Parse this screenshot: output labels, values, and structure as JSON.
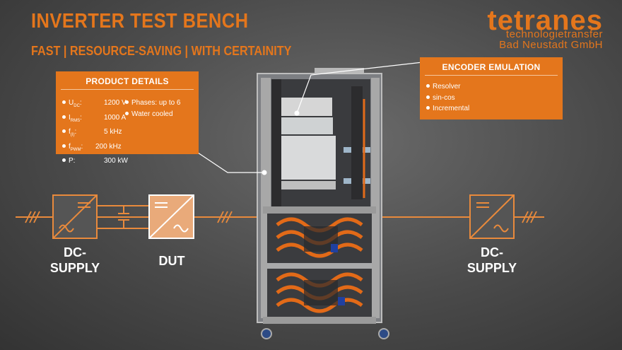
{
  "title": "INVERTER TEST BENCH",
  "subtitle": "FAST | RESOURCE-SAVING | WITH CERTAINITY",
  "logo": {
    "name": "tetranes",
    "line1": "technologietransfer",
    "line2": "Bad Neustadt GmbH"
  },
  "product_details": {
    "heading": "PRODUCT DETAILS",
    "specs": [
      {
        "symbol": "U",
        "sub": "DC",
        "value": "1200 V"
      },
      {
        "symbol": "I",
        "sub": "RMS",
        "value": "1000 A"
      },
      {
        "symbol": "f",
        "sub": "(I)",
        "value": "5 kHz"
      },
      {
        "symbol": "f",
        "sub": "PWM",
        "value": "200 kHz"
      },
      {
        "symbol": "P",
        "sub": "",
        "value": "300 kW"
      }
    ],
    "extras": [
      "Phases: up to 6",
      "Water cooled"
    ]
  },
  "encoder_emulation": {
    "heading": "ENCODER EMULATION",
    "items": [
      "Resolver",
      "sin-cos",
      "Incremental"
    ]
  },
  "labels": {
    "left_supply": "DC-\nSUPPLY",
    "dut": "DUT",
    "right_supply": "DC-\nSUPPLY"
  },
  "colors": {
    "accent": "#e4761c",
    "line": "#e98a3c",
    "text": "#ffffff",
    "background": "#4a4a4a"
  }
}
